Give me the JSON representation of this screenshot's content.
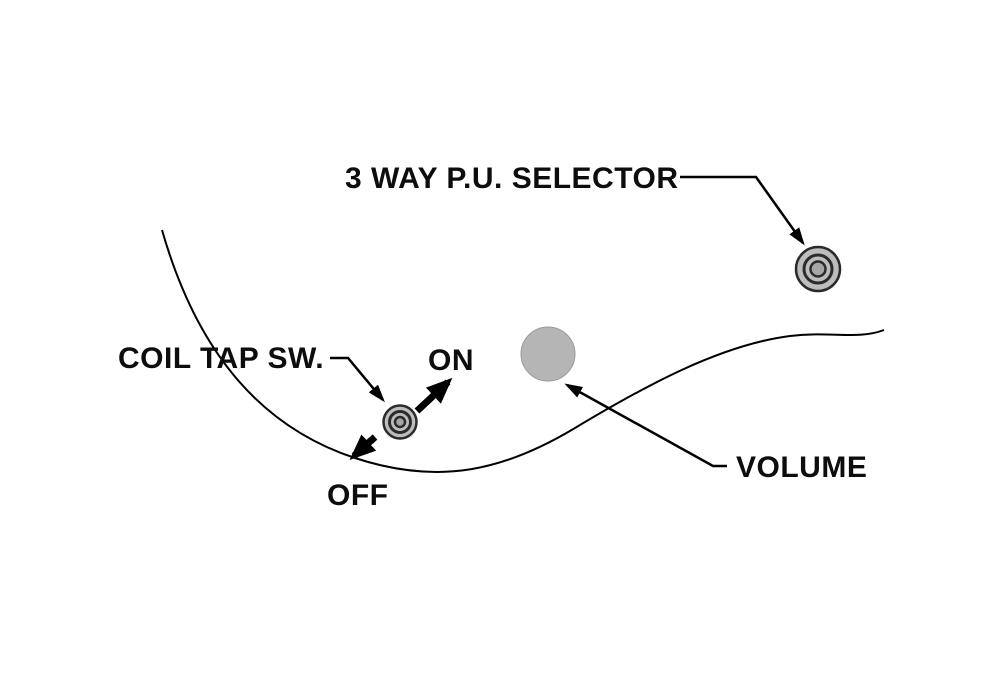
{
  "diagram": {
    "labels": {
      "selector": "3 WAY P.U. SELECTOR",
      "coil_tap": "COIL TAP SW.",
      "on": "ON",
      "off": "OFF",
      "volume": "VOLUME"
    },
    "colors": {
      "background": "#ffffff",
      "line": "#000000",
      "text": "#0d0d0d",
      "knob_fill": "#bdbdbd",
      "knob_ring": "#2b2b2b",
      "knob_center": "#a6a6a6",
      "volume_fill": "#b5b5b5"
    }
  }
}
